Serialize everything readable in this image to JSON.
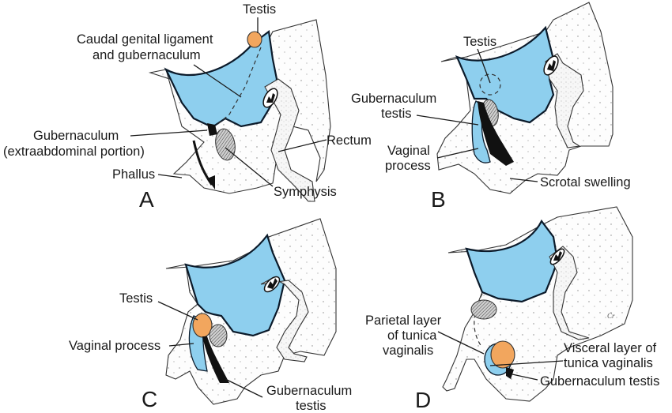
{
  "figure": {
    "colors": {
      "cavity_blue": "#8ecfee",
      "testis_orange": "#f2a65e",
      "outline": "#333333",
      "background": "#ffffff"
    },
    "panels": [
      {
        "letter": "A",
        "labels": {
          "testis": "Testis",
          "caudal_line1": "Caudal genital ligament",
          "caudal_line2": "and gubernaculum",
          "gub_line1": "Gubernaculum",
          "gub_line2": "(extraabdominal portion)",
          "rectum": "Rectum",
          "phallus": "Phallus",
          "symphysis": "Symphysis"
        }
      },
      {
        "letter": "B",
        "labels": {
          "testis": "Testis",
          "gub_line1": "Gubernaculum",
          "gub_line2": "testis",
          "vag_line1": "Vaginal",
          "vag_line2": "process",
          "scrotal": "Scrotal swelling"
        }
      },
      {
        "letter": "C",
        "labels": {
          "testis": "Testis",
          "vaginal": "Vaginal process",
          "gub_line1": "Gubernaculum",
          "gub_line2": "testis"
        }
      },
      {
        "letter": "D",
        "labels": {
          "parietal_line1": "Parietal layer",
          "parietal_line2": "of tunica",
          "parietal_line3": "vaginalis",
          "visceral_line1": "Visceral layer of",
          "visceral_line2": "tunica vaginalis",
          "gub": "Gubernaculum testis",
          "signature": "Cr"
        }
      }
    ]
  }
}
